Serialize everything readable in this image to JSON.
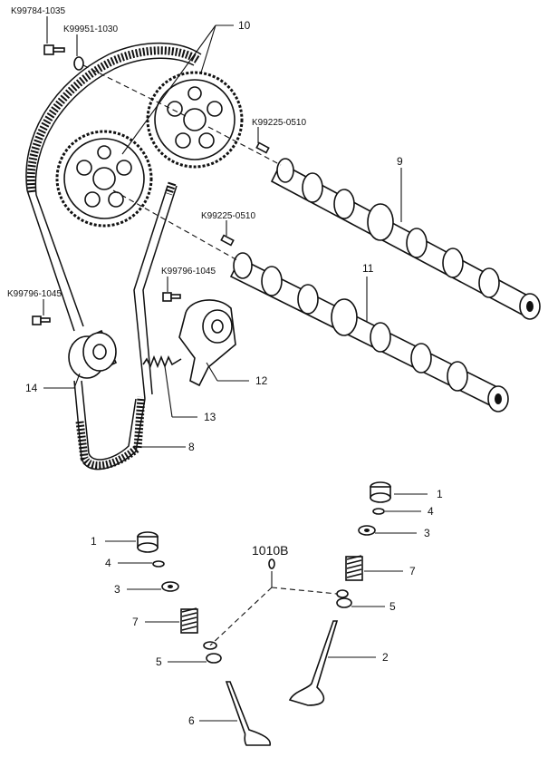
{
  "diagram": {
    "group_code": "1010B",
    "part_codes": {
      "bolt_top": "K99784-1035",
      "washer_top": "K99951-1030",
      "pin_upper": "K99225-0510",
      "pin_lower": "K99225-0510",
      "bolt_tensioner": "K99796-1045",
      "bolt_idler": "K99796-1045"
    },
    "callouts": {
      "c10": "10",
      "c9": "9",
      "c11": "11",
      "c14": "14",
      "c12": "12",
      "c13": "13",
      "c8": "8",
      "r1": "1",
      "r4": "4",
      "r3": "3",
      "r7": "7",
      "r5": "5",
      "r2": "2",
      "l1": "1",
      "l4": "4",
      "l3": "3",
      "l7": "7",
      "l5": "5",
      "l6": "6"
    }
  }
}
